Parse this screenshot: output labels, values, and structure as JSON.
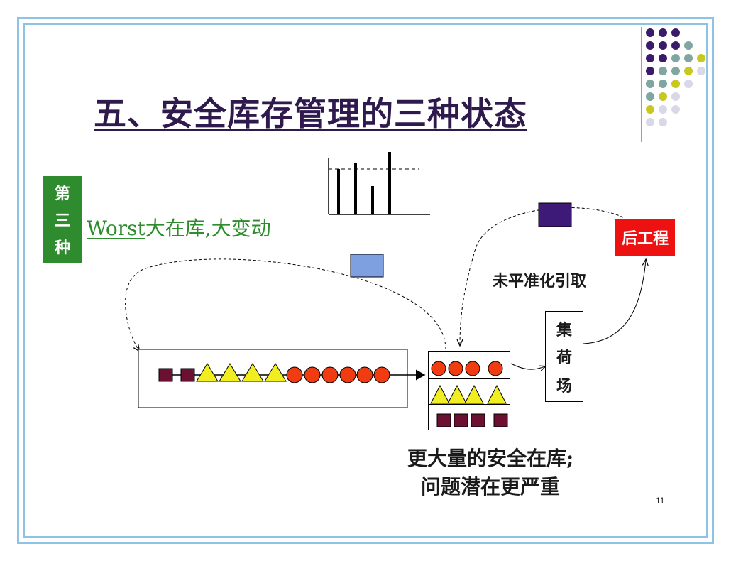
{
  "slide": {
    "title": "五、安全库存管理的三种状态",
    "label_chars": [
      "第",
      "三",
      "种"
    ],
    "worst_en": "Worst",
    "worst_cn": "大在库,大变动",
    "downstream": "后工程",
    "flow_label": "未平准化引取",
    "staging": [
      "集",
      "荷",
      "场"
    ],
    "caption_line1": "更大量的安全在库;",
    "caption_line2": "问题潜在更严重",
    "page_number": "11"
  },
  "colors": {
    "frame": "#8fc3e6",
    "green": "#2e8b2e",
    "red": "#ee1111",
    "purple_dark": "#3a1a6a",
    "purple_box": "#3d1a78",
    "blue_box": "#7fa0e0",
    "maroon": "#6b1030",
    "yellow": "#f0ee20",
    "orange_red": "#f03c10",
    "dot_colors": [
      "#3a1a6a",
      "#7fa6a0",
      "#c8c820",
      "#d8d8e8"
    ]
  }
}
